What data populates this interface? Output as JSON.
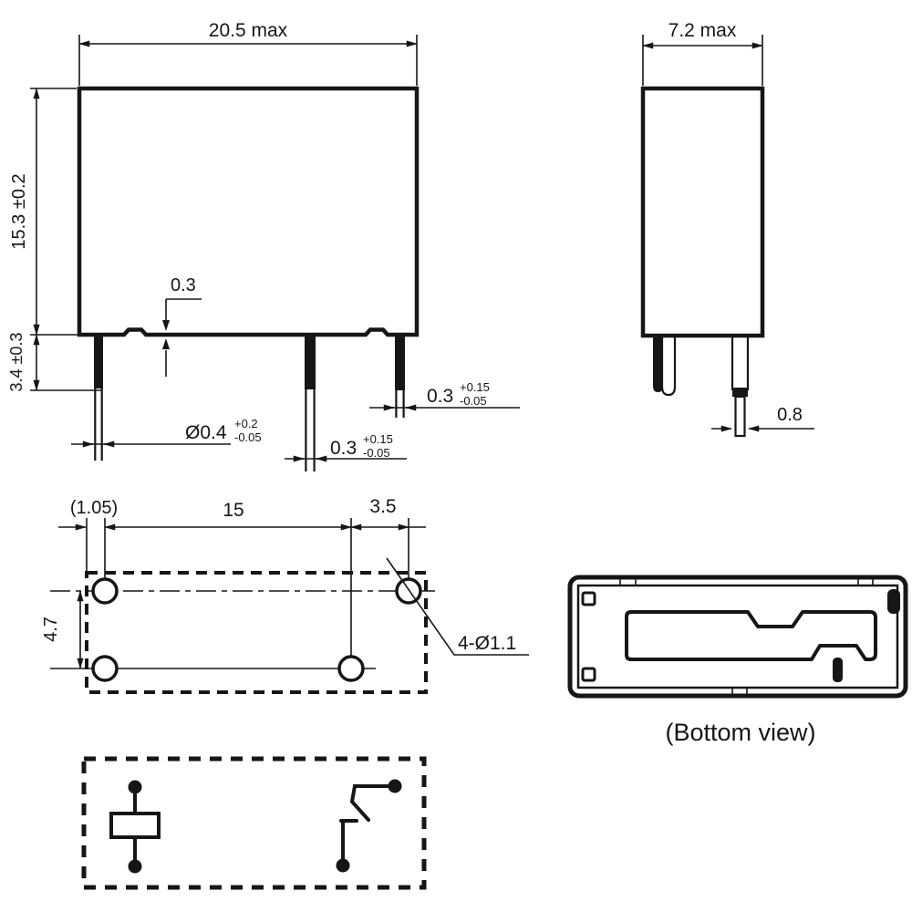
{
  "front_view": {
    "width_max": "20.5 max",
    "height": "15.3 ±0.2",
    "terminal_length": "3.4 ±0.3",
    "standoff": "0.3",
    "coil_pin_diameter": {
      "nominal": "Ø0.4",
      "upper": "+0.2",
      "lower": "-0.05"
    },
    "center_pin_thickness": {
      "nominal": "0.3",
      "upper": "+0.15",
      "lower": "-0.05"
    },
    "right_pin_thickness": {
      "nominal": "0.3",
      "upper": "+0.15",
      "lower": "-0.05"
    }
  },
  "side_view": {
    "width_max": "7.2 max",
    "pin_width": "0.8"
  },
  "pcb_layout": {
    "hole_edge_offset": "(1.05)",
    "hole_pitch_long": "15",
    "hole_pitch_short": "3.5",
    "hole_pitch_vertical": "4.7",
    "hole_spec": "4-Ø1.1"
  },
  "bottom_view": {
    "caption": "(Bottom view)"
  },
  "colors": {
    "ink": "#161616",
    "background": "#ffffff"
  }
}
